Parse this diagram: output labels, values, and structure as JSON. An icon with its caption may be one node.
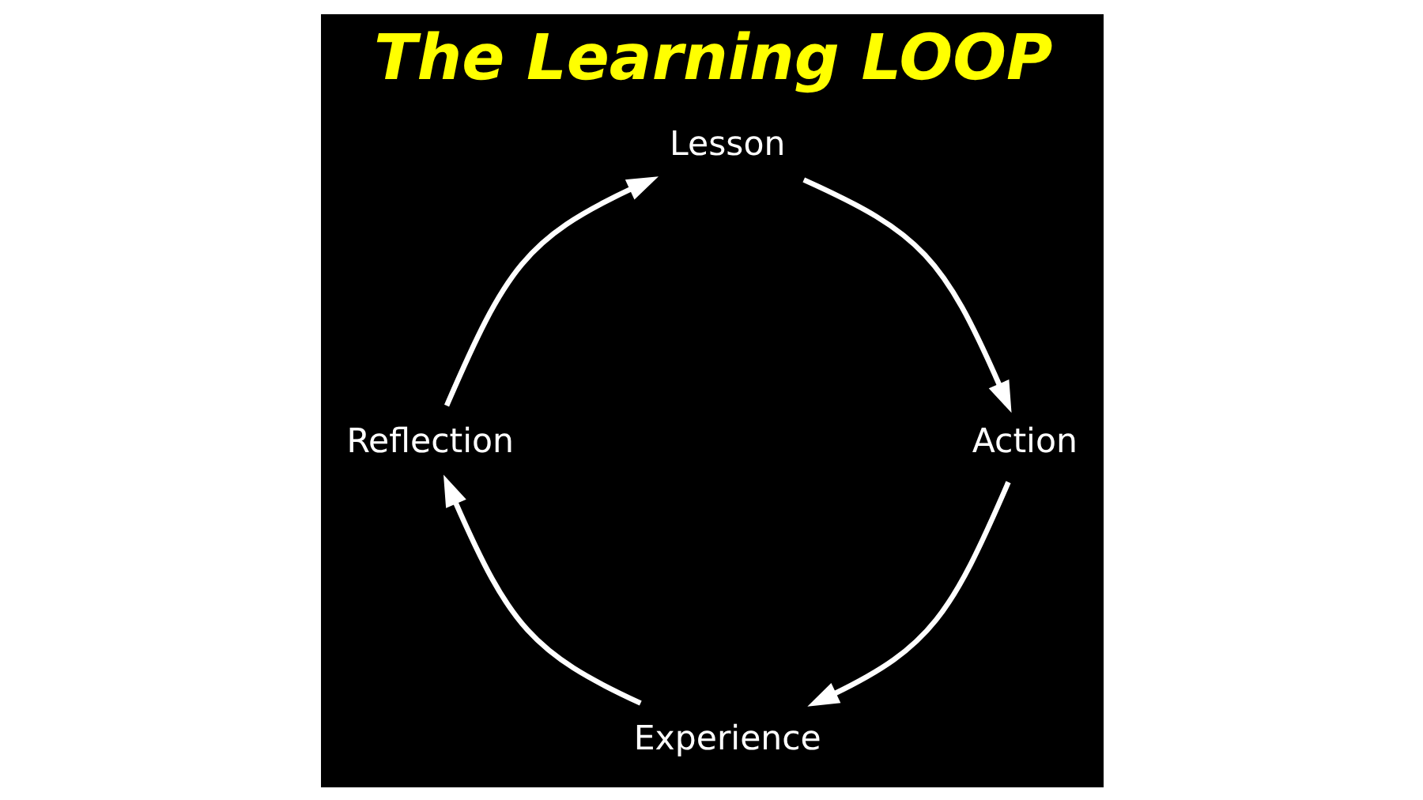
{
  "diagram": {
    "title": "The Learning LOOP",
    "nodes": [
      {
        "text": [
          "Experience"
        ]
      },
      {
        "text": [
          "Reflection"
        ]
      },
      {
        "text": [
          "Lesson"
        ]
      },
      {
        "text": [
          "Action"
        ]
      }
    ],
    "edges": [
      {
        "from": 0,
        "to": 1,
        "arrow": "to"
      },
      {
        "from": 1,
        "to": 2,
        "arrow": "to"
      },
      {
        "from": 2,
        "to": 3,
        "arrow": "to"
      },
      {
        "from": 3,
        "to": 0,
        "arrow": "to"
      }
    ]
  }
}
